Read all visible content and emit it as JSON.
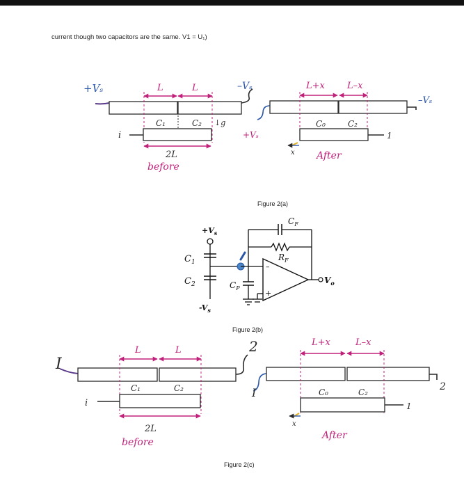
{
  "text": {
    "intro": "current though two capacitors are the same. V1 = U₁)",
    "caption_a": "Figure 2(a)",
    "caption_b": "Figure 2(b)",
    "caption_c": "Figure 2(c)"
  },
  "labels": {
    "plus_vs": "+Vₛ",
    "minus_vs": "–Vₛ",
    "L": "L",
    "two_L": "2L",
    "c1": "C₁",
    "c2": "C₂",
    "c0": "C₀",
    "L_plus_x": "L+x",
    "L_minus_x": "L–x",
    "before": "before",
    "after": "After",
    "g": "↓g",
    "i": "i",
    "one": "1",
    "two": "2",
    "I": "I"
  },
  "circuit": {
    "vs_pos": "+V",
    "vs_neg": "-V",
    "sub_s": "s",
    "c1": "C",
    "c2": "C",
    "sub_1": "1",
    "sub_2": "2",
    "cp": "C",
    "sub_p": "P",
    "cf": "C",
    "sub_f": "F",
    "rf": "R",
    "vo": "V",
    "sub_o": "o"
  },
  "colors": {
    "ink": "#2a2a2a",
    "magenta": "#c0217a",
    "blue": "#2b56a8",
    "purple": "#5a3a8a",
    "node": "#4a86c5"
  }
}
